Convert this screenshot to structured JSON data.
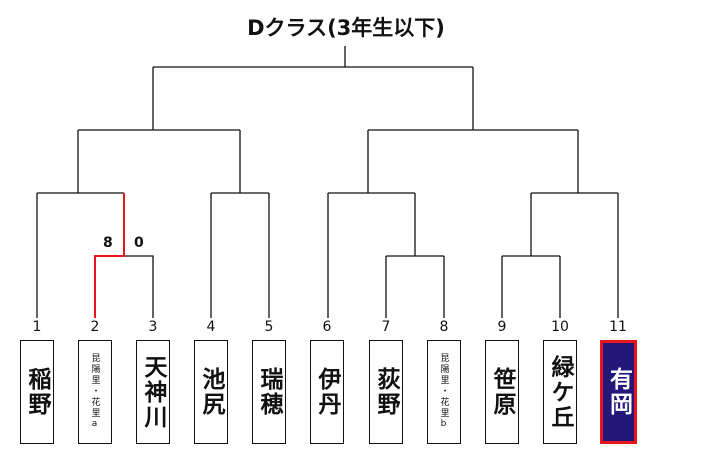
{
  "title": "Dクラス(3年生以下)",
  "teams": [
    {
      "seed": "1",
      "name": "稲野"
    },
    {
      "seed": "2",
      "name": "昆陽里・花里a"
    },
    {
      "seed": "3",
      "name": "天神川"
    },
    {
      "seed": "4",
      "name": "池尻"
    },
    {
      "seed": "5",
      "name": "瑞穂"
    },
    {
      "seed": "6",
      "name": "伊丹"
    },
    {
      "seed": "7",
      "name": "荻野"
    },
    {
      "seed": "8",
      "name": "昆陽里・花里b"
    },
    {
      "seed": "9",
      "name": "笹原"
    },
    {
      "seed": "10",
      "name": "緑ケ丘"
    },
    {
      "seed": "11",
      "name": "有岡"
    }
  ],
  "scores": {
    "team2": "8",
    "team3": "0"
  },
  "colors": {
    "winner_line": "#e8141e",
    "highlight_fill": "#23177a",
    "highlight_border": "#e8141e"
  }
}
